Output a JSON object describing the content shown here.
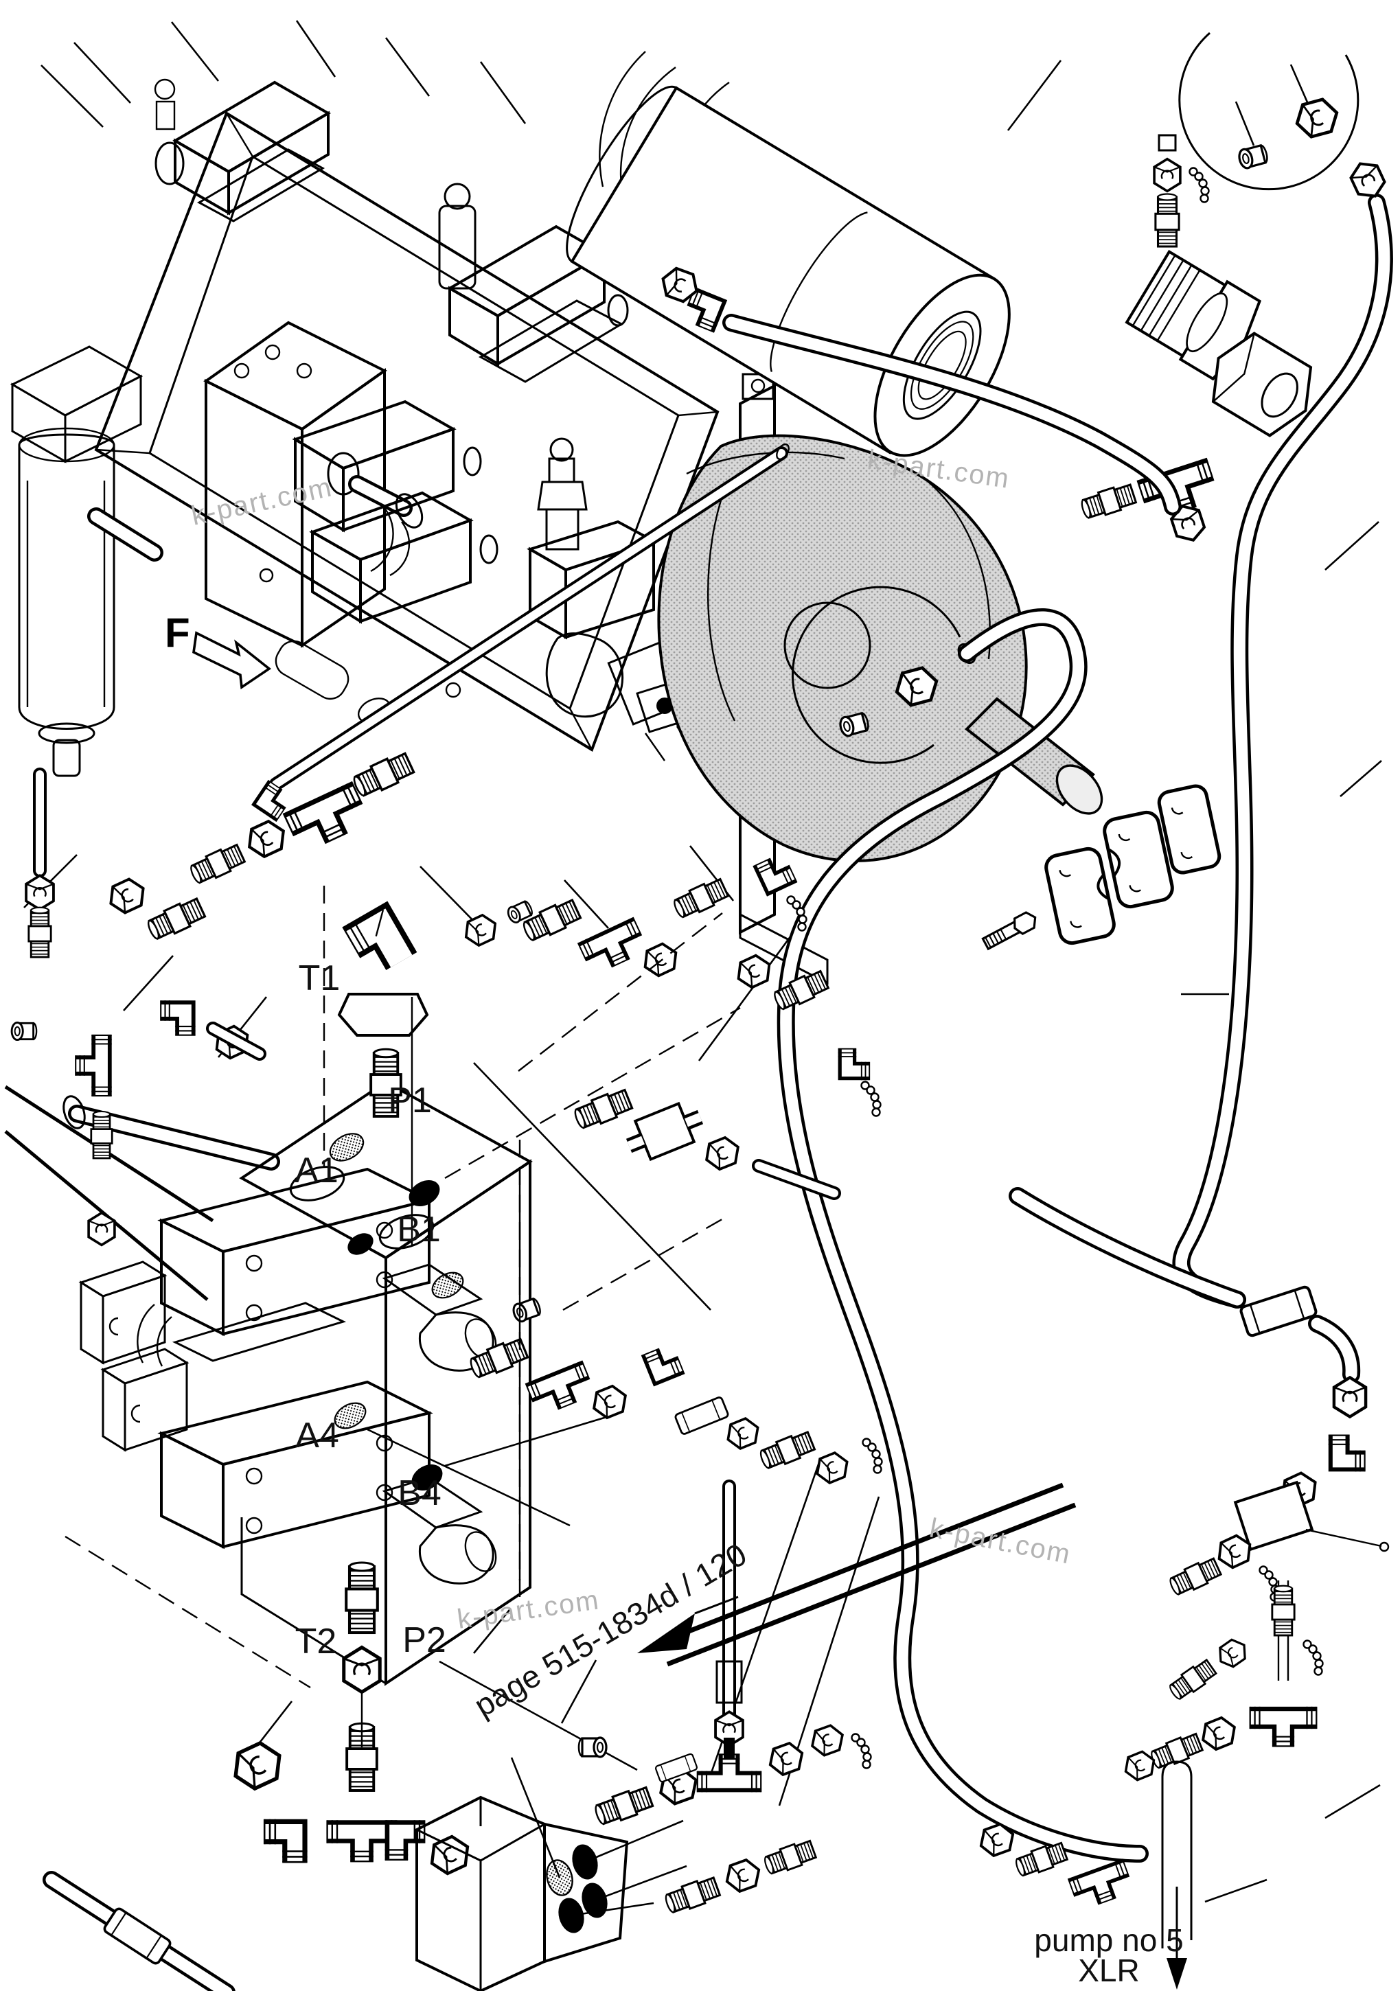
{
  "diagram": {
    "view_label": "F",
    "ports": {
      "t1": "T1",
      "p1": "P1",
      "a1": "A1",
      "b1": "B1",
      "a4": "A4",
      "b4": "B4",
      "t2": "T2",
      "p2": "P2"
    },
    "annotations": {
      "page_reference": "page 515-1834d / 120",
      "pump_line1": "pump no 5",
      "pump_line2": "XLR"
    },
    "watermarks": [
      "k-part.com",
      "k-part.com",
      "k-part.com",
      "k-part.com"
    ],
    "colors": {
      "line": "#000000",
      "background": "#ffffff",
      "pump_shade": "#d8d8d8",
      "port_fill": "#000000",
      "watermark": "#b3b3b3"
    }
  }
}
